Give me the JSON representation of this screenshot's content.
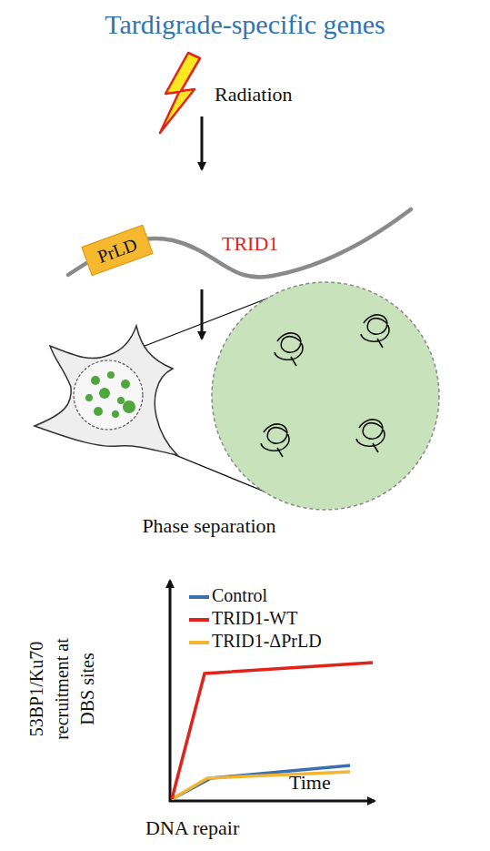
{
  "diagram": {
    "title": "Tardigrade-specific genes",
    "nodes": [
      {
        "text": [
          "PrLD"
        ]
      }
    ],
    "labels": [
      "Radiation",
      "TRID1",
      "Phase separation",
      "53BP1/Ku70 recruitment at DBS sites",
      "Time",
      "DNA repair"
    ],
    "legend": [
      {
        "text": "Control"
      },
      {
        "text": "TRID1-WT"
      },
      {
        "text": "TRID1-ΔPrLD"
      }
    ]
  }
}
